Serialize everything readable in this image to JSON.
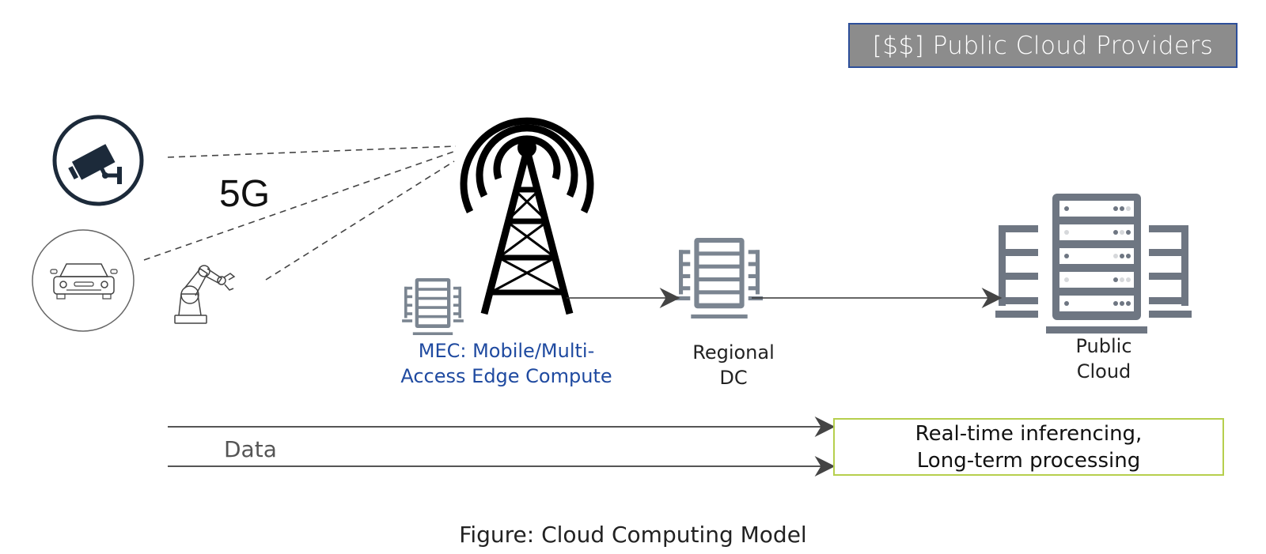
{
  "header": {
    "providers_box": "[$$] Public Cloud Providers"
  },
  "network": {
    "label": "5G"
  },
  "devices": [
    {
      "name": "security-camera",
      "icon": "camera-icon"
    },
    {
      "name": "car",
      "icon": "car-icon"
    },
    {
      "name": "robotic-arm",
      "icon": "robot-arm-icon"
    }
  ],
  "nodes": {
    "mec": {
      "line1": "MEC: Mobile/Multi-",
      "line2": "Access Edge Compute",
      "color": "#1f4aa0"
    },
    "regional": {
      "line1": "Regional",
      "line2": "DC"
    },
    "cloud": {
      "line1": "Public",
      "line2": "Cloud"
    }
  },
  "flow": {
    "data_label": "Data",
    "processing_line1": "Real-time inferencing,",
    "processing_line2": "Long-term processing",
    "box_border_color": "#b6cf4d"
  },
  "caption": "Figure: Cloud Computing Model",
  "colors": {
    "server_gray": "#6e7682",
    "dark_navy": "#1c2a3a",
    "provider_box_fill": "#8c8c8c",
    "provider_box_border": "#2d4f9a"
  }
}
